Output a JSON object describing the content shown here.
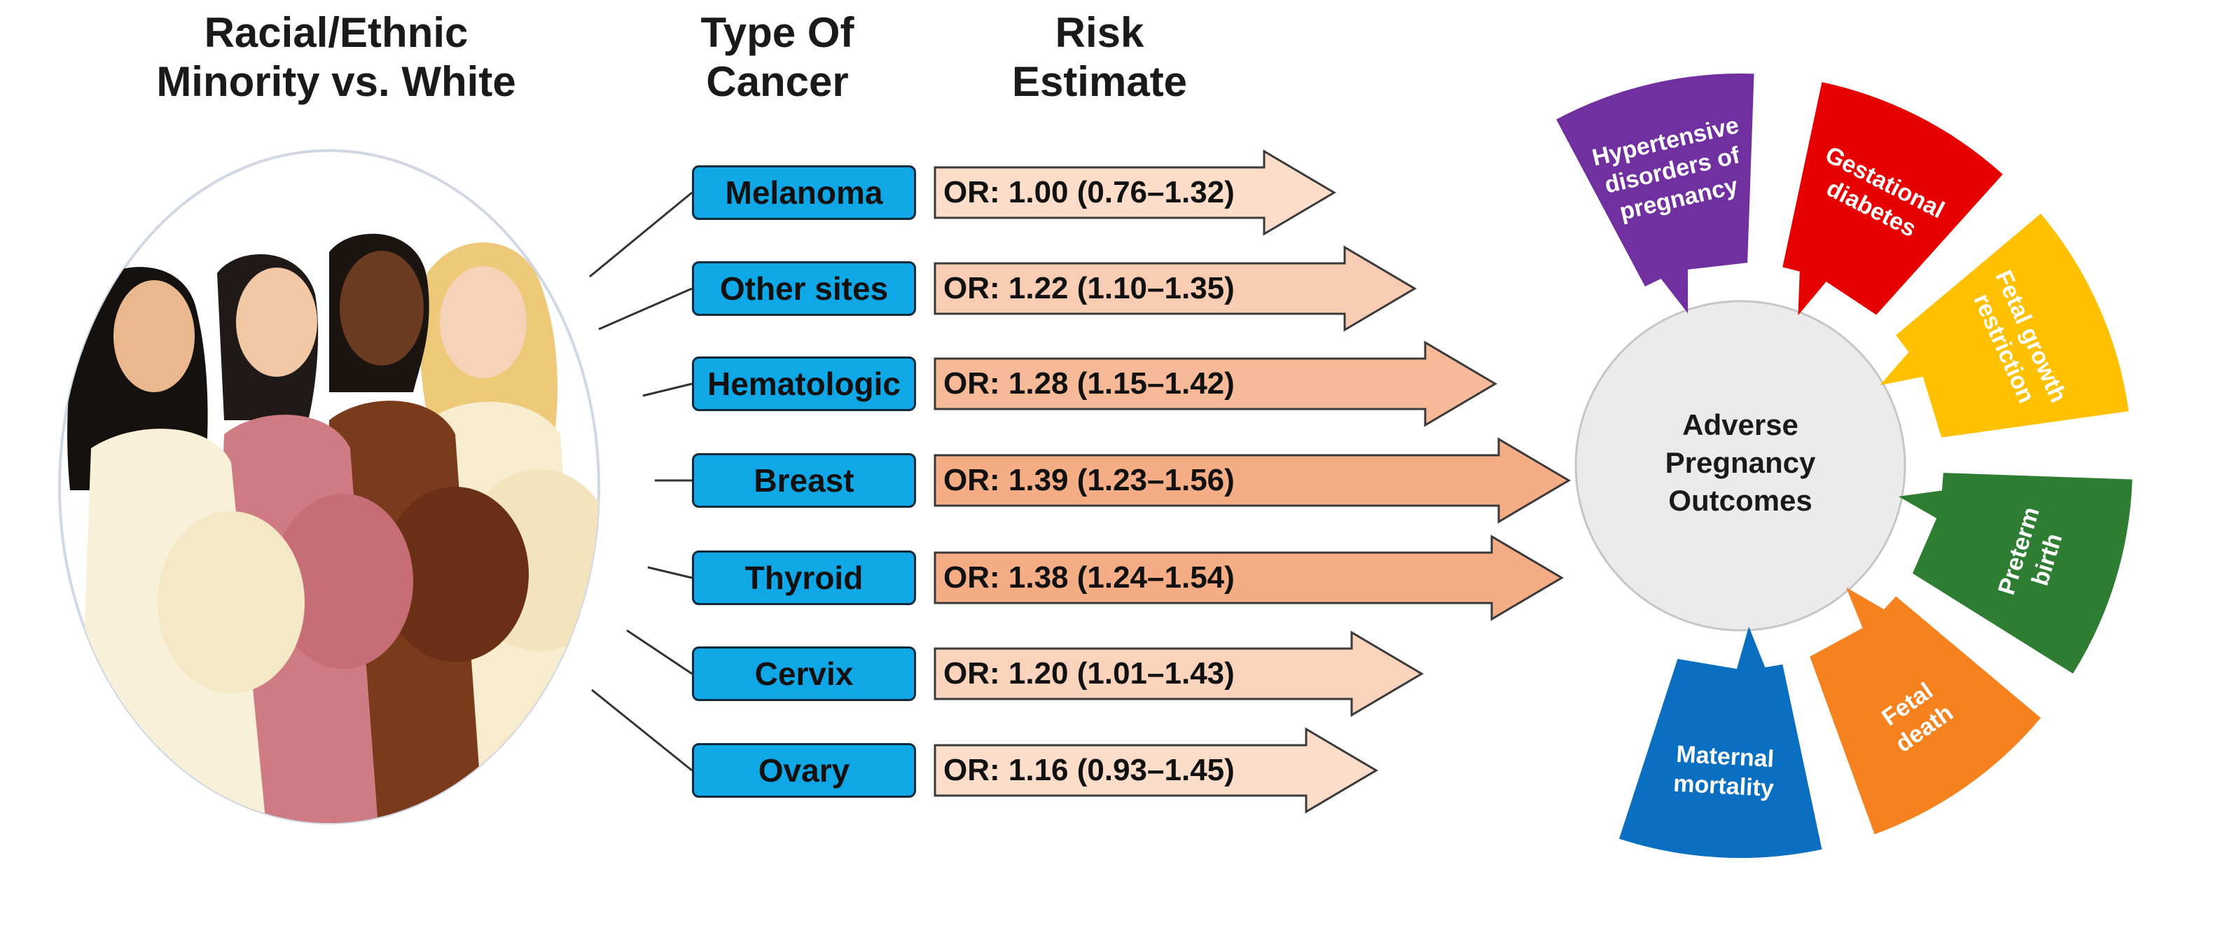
{
  "headers": {
    "group": [
      "Racial/Ethnic",
      "Minority vs. White"
    ],
    "type": [
      "Type Of",
      "Cancer"
    ],
    "risk": [
      "Risk",
      "Estimate"
    ]
  },
  "cancers": [
    {
      "label": "Melanoma",
      "or": "OR: 1.00 (0.76–1.32)",
      "intensity": 0.15
    },
    {
      "label": "Other sites",
      "or": "OR: 1.22 (1.10–1.35)",
      "intensity": 0.4
    },
    {
      "label": "Hematologic",
      "or": "OR: 1.28 (1.15–1.42)",
      "intensity": 0.7
    },
    {
      "label": "Breast",
      "or": "OR: 1.39 (1.23–1.56)",
      "intensity": 0.9
    },
    {
      "label": "Thyroid",
      "or": "OR: 1.38 (1.24–1.54)",
      "intensity": 0.9
    },
    {
      "label": "Cervix",
      "or": "OR: 1.20  (1.01–1.43)",
      "intensity": 0.3
    },
    {
      "label": "Ovary",
      "or": "OR: 1.16 (0.93–1.45)",
      "intensity": 0.15
    }
  ],
  "center": [
    "Adverse",
    "Pregnancy",
    "Outcomes"
  ],
  "outcomes": [
    {
      "label": [
        "Hypertensive",
        "disorders of",
        "pregnancy"
      ],
      "color": "#7030a0"
    },
    {
      "label": [
        "Gestational",
        "diabetes"
      ],
      "color": "#e60000"
    },
    {
      "label": [
        "Fetal growth",
        "restriction"
      ],
      "color": "#ffc000"
    },
    {
      "label": [
        "Preterm",
        "birth"
      ],
      "color": "#2e7d32"
    },
    {
      "label": [
        "Fetal",
        "death"
      ],
      "color": "#f5821f"
    },
    {
      "label": [
        "Maternal",
        "mortality"
      ],
      "color": "#0b6fc1"
    }
  ],
  "colors": {
    "cancer_box": "#0fa7e6",
    "arrow_light": "#fde6d8",
    "arrow_dark": "#f4a77d"
  }
}
